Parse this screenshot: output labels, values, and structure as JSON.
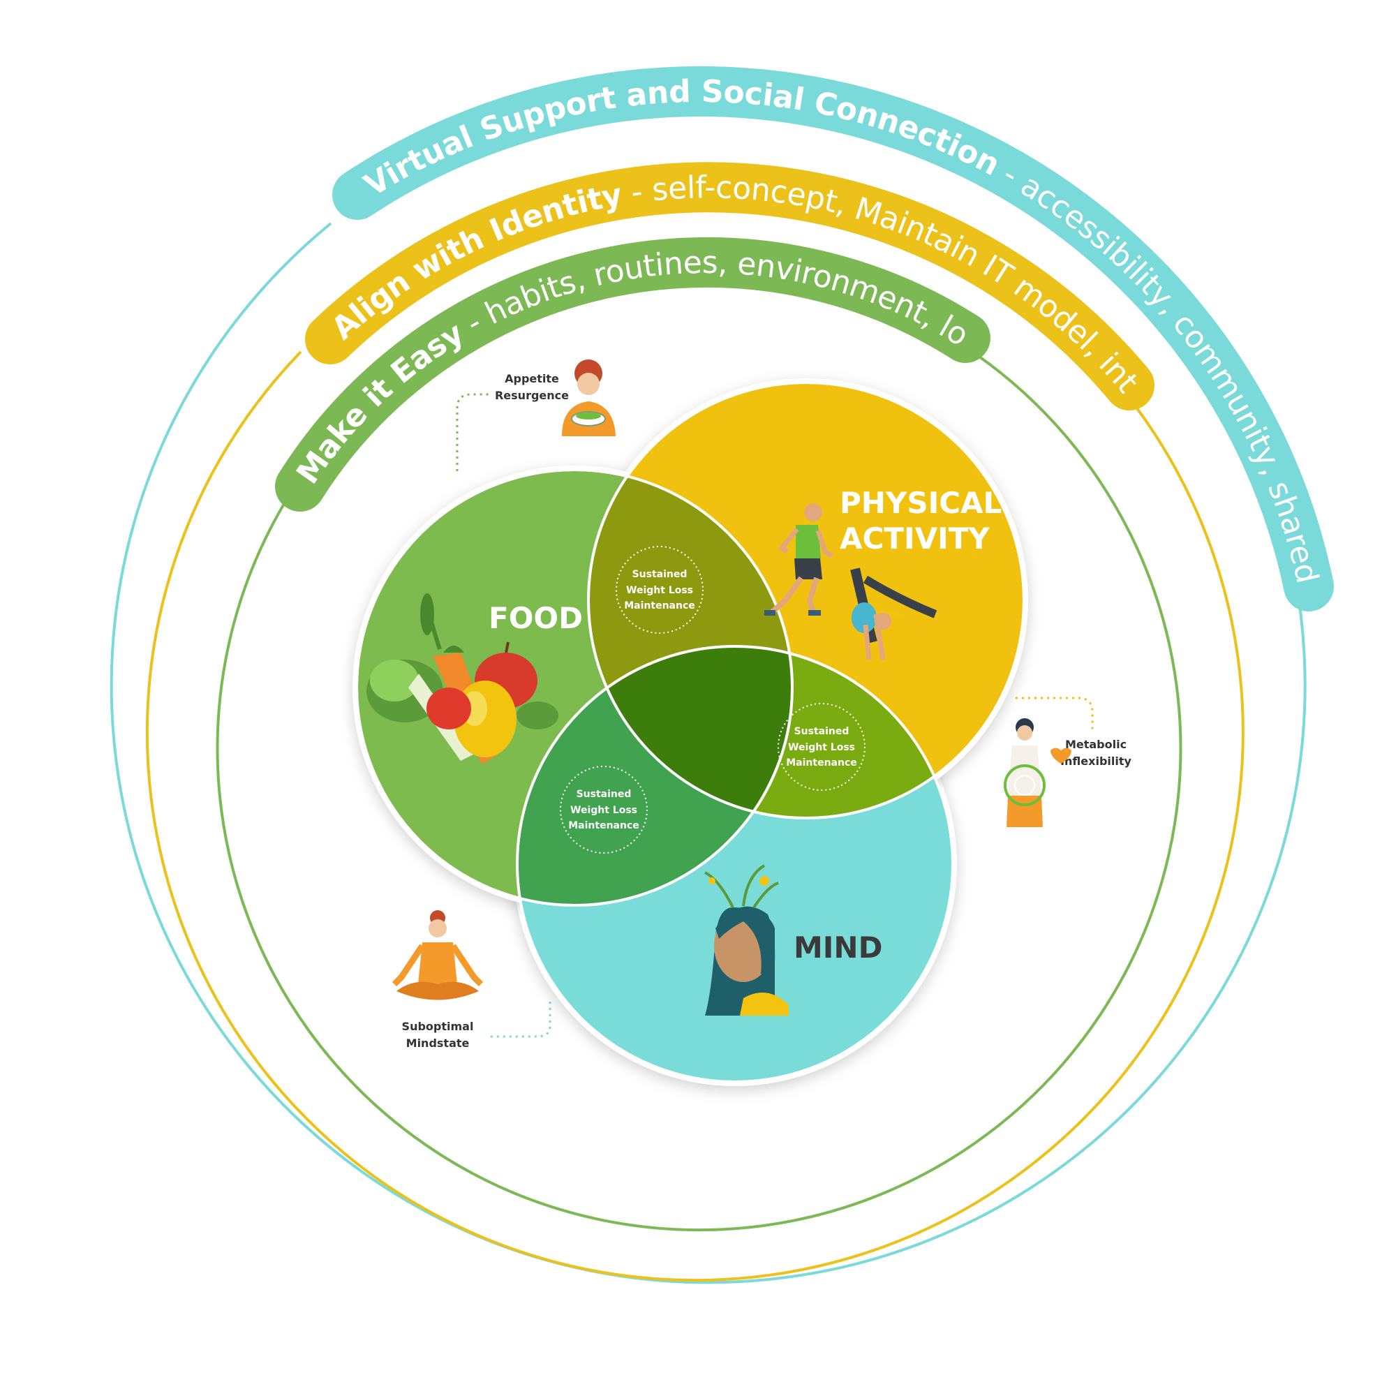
{
  "rings": {
    "outer": {
      "title": "Virtual Support and Social Connection",
      "detail": " - accessibility, community, shared accountability",
      "color": "#7ad9d9"
    },
    "middle": {
      "title": "Align with Identity",
      "detail": " - self-concept, Maintain IT model, internalization",
      "color": "#ecc11a"
    },
    "inner": {
      "title": "Make it Easy",
      "detail": " - habits, routines, environment, low friction",
      "color": "#7cb955"
    }
  },
  "circles": {
    "food": {
      "label": "FOOD",
      "color": "#7dbb4e"
    },
    "activity": {
      "label_line1": "PHYSICAL",
      "label_line2": "ACTIVITY",
      "color": "#f0c20f"
    },
    "mind": {
      "label": "MIND",
      "color": "#79dcd9"
    }
  },
  "overlaps": {
    "food_activity": {
      "line1": "Sustained",
      "line2": "Weight Loss",
      "line3": "Maintenance"
    },
    "activity_mind": {
      "line1": "Sustained",
      "line2": "Weight Loss",
      "line3": "Maintenance"
    },
    "food_mind": {
      "line1": "Sustained",
      "line2": "Weight Loss",
      "line3": "Maintenance"
    }
  },
  "callouts": {
    "appetite": {
      "line1": "Appetite",
      "line2": "Resurgence",
      "icon": "eating-person-icon"
    },
    "metabolic": {
      "line1": "Metabolic",
      "line2": "Inflexibility",
      "icon": "metabolism-body-icon"
    },
    "mindstate": {
      "line1": "Suboptimal",
      "line2": "Mindstate",
      "icon": "meditating-person-icon"
    }
  }
}
